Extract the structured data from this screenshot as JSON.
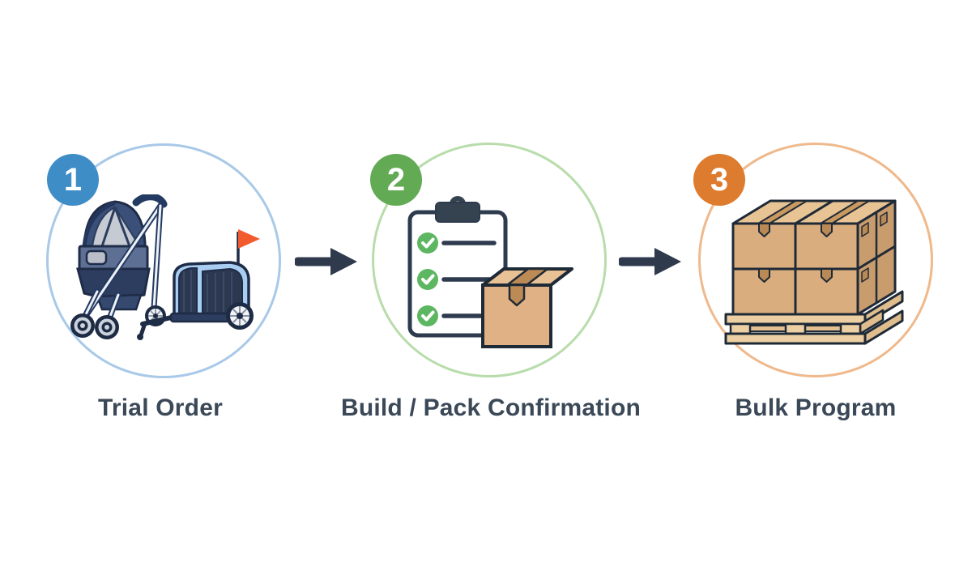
{
  "page": {
    "background_color": "#ffffff",
    "label_color": "#3b4857"
  },
  "process_flow": {
    "steps": [
      {
        "number": "1",
        "label": "Trial Order",
        "badge_color": "#3f8dc6",
        "ring_color": "#a9c9e8",
        "icon": "pet-stroller-and-bike-trailer-illustration"
      },
      {
        "number": "2",
        "label": "Build / Pack Confirmation",
        "badge_color": "#63aa55",
        "ring_color": "#b9dcab",
        "icon": "checklist-clipboard-and-shipping-box-illustration"
      },
      {
        "number": "3",
        "label": "Bulk Program",
        "badge_color": "#dd7b2e",
        "ring_color": "#efb98c",
        "icon": "pallet-of-stacked-boxes-illustration"
      }
    ],
    "arrows": [
      {
        "direction": "right",
        "color": "#2f3b4c"
      },
      {
        "direction": "right",
        "color": "#2f3b4c"
      }
    ],
    "illustration_colors": {
      "navy": "#2c3d5f",
      "light_blue": "#a9cdf1",
      "flag_orange": "#f15b2e",
      "check_green": "#5db661",
      "cardboard_tan": "#e0b184",
      "pallet_wood": "#eccfa2"
    }
  }
}
